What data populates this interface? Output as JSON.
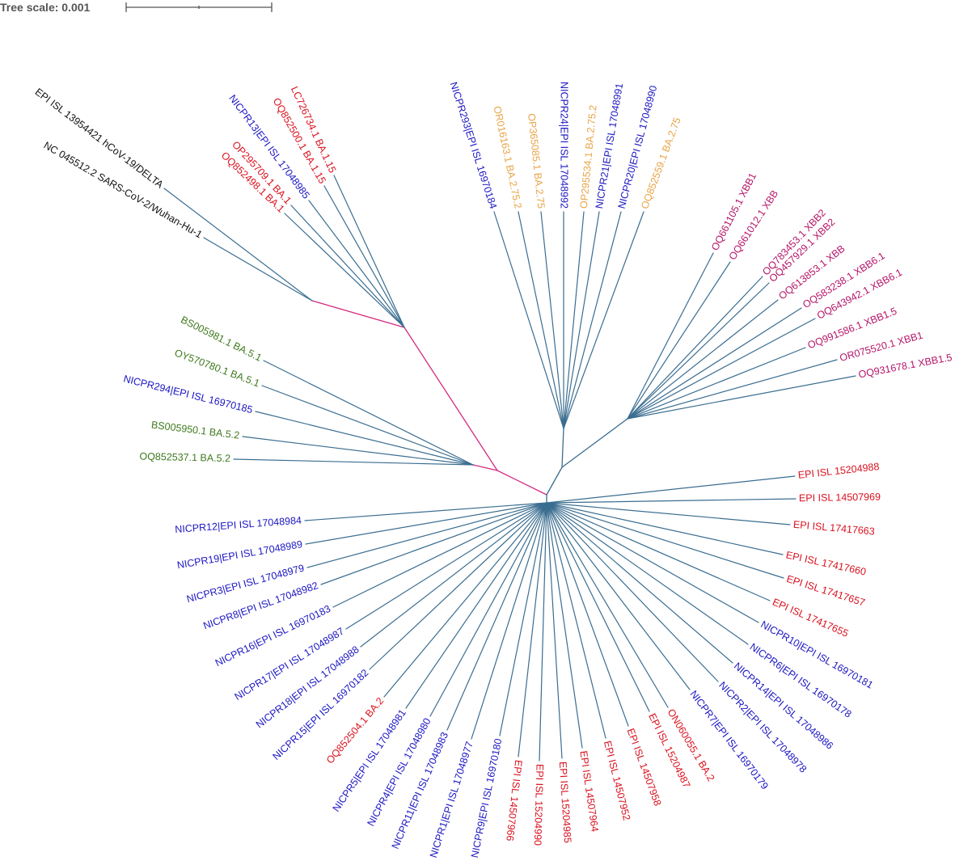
{
  "tree_scale": {
    "label": "Tree scale: 0.001"
  },
  "colors": {
    "branch": "#3a6d90",
    "branch_highlight": "#d42a7e",
    "black": "#111111",
    "red": "#d9121f",
    "blue": "#1c17c2",
    "orange": "#e8a447",
    "green": "#3f7a1e",
    "magenta": "#b5176a"
  },
  "leaves": [
    {
      "name": "EPI ISL 13954421 hCoV-19/DELTA",
      "color": "black"
    },
    {
      "name": "NC 045512.2 SARS-CoV-2/Wuhan-Hu-1",
      "color": "black"
    },
    {
      "name": "OQ852498.1 BA.1",
      "color": "red"
    },
    {
      "name": "OP295709.1 BA.1",
      "color": "red"
    },
    {
      "name": "NICPR13|EPI ISL 17048985",
      "color": "blue"
    },
    {
      "name": "OQ852500.1 BA.1.15",
      "color": "red"
    },
    {
      "name": "LC726734.1 BA.1.15",
      "color": "red"
    },
    {
      "name": "NICPR293|EPI ISL 16970184",
      "color": "blue"
    },
    {
      "name": "OR016163.1 BA.2.75.2",
      "color": "orange"
    },
    {
      "name": "OP365085.1 BA.2.75",
      "color": "orange"
    },
    {
      "name": "NICPR24|EPI ISL 17048992",
      "color": "blue"
    },
    {
      "name": "OP295534.1 BA.2.75.2",
      "color": "orange"
    },
    {
      "name": "NICPR21|EPI ISL 17048991",
      "color": "blue"
    },
    {
      "name": "NICPR20|EPI ISL 17048990",
      "color": "blue"
    },
    {
      "name": "OQ852559.1 BA.2.75",
      "color": "orange"
    },
    {
      "name": "OQ661105.1 XBB1",
      "color": "magenta"
    },
    {
      "name": "OQ661012.1 XBB",
      "color": "magenta"
    },
    {
      "name": "OQ783453.1 XBB2",
      "color": "magenta"
    },
    {
      "name": "OQ457929.1 XBB2",
      "color": "magenta"
    },
    {
      "name": "OQ613853.1 XBB",
      "color": "magenta"
    },
    {
      "name": "OQ583238.1 XBB6.1",
      "color": "magenta"
    },
    {
      "name": "OQ643942.1 XBB6.1",
      "color": "magenta"
    },
    {
      "name": "OQ991586.1 XBB1.5",
      "color": "magenta"
    },
    {
      "name": "OR075520.1 XBB1",
      "color": "magenta"
    },
    {
      "name": "OQ931678.1 XBB1.5",
      "color": "magenta"
    },
    {
      "name": "EPI ISL 15204988",
      "color": "red"
    },
    {
      "name": "EPI ISL 14507969",
      "color": "red"
    },
    {
      "name": "EPI ISL 17417663",
      "color": "red"
    },
    {
      "name": "EPI ISL 17417660",
      "color": "red"
    },
    {
      "name": "EPI ISL 17417657",
      "color": "red"
    },
    {
      "name": "EPI ISL 17417655",
      "color": "red"
    },
    {
      "name": "NICPR10|EPI ISL 16970181",
      "color": "blue"
    },
    {
      "name": "NICPR6|EPI ISL 16970178",
      "color": "blue"
    },
    {
      "name": "NICPR14|EPI ISL 17048986",
      "color": "blue"
    },
    {
      "name": "NICPR2|EPI ISL 17048978",
      "color": "blue"
    },
    {
      "name": "NICPR7|EPI ISL 16970179",
      "color": "blue"
    },
    {
      "name": "ON060055.1 BA.2",
      "color": "red"
    },
    {
      "name": "EPI ISL 15204987",
      "color": "red"
    },
    {
      "name": "EPI ISL 14507958",
      "color": "red"
    },
    {
      "name": "EPI ISL 14507952",
      "color": "red"
    },
    {
      "name": "EPI ISL 14507964",
      "color": "red"
    },
    {
      "name": "EPI ISL 15204985",
      "color": "red"
    },
    {
      "name": "EPI ISL 15204990",
      "color": "red"
    },
    {
      "name": "EPI ISL 14507966",
      "color": "red"
    },
    {
      "name": "NICPR9|EPI ISL 16970180",
      "color": "blue"
    },
    {
      "name": "NICPR1|EPI ISL 17048977",
      "color": "blue"
    },
    {
      "name": "NICPR11|EPI ISL 17048983",
      "color": "blue"
    },
    {
      "name": "NICPR4|EPI ISL 17048980",
      "color": "blue"
    },
    {
      "name": "NICPR5|EPI ISL 17048981",
      "color": "blue"
    },
    {
      "name": "OQ852504.1 BA.2",
      "color": "red"
    },
    {
      "name": "NICPR15|EPI ISL 16970182",
      "color": "blue"
    },
    {
      "name": "NICPR18|EPI ISL 17048988",
      "color": "blue"
    },
    {
      "name": "NICPR17|EPI ISL 17048987",
      "color": "blue"
    },
    {
      "name": "NICPR16|EPI ISL 16970183",
      "color": "blue"
    },
    {
      "name": "NICPR8|EPI ISL 17048982",
      "color": "blue"
    },
    {
      "name": "NICPR3|EPI ISL 17048979",
      "color": "blue"
    },
    {
      "name": "NICPR19|EPI ISL 17048989",
      "color": "blue"
    },
    {
      "name": "NICPR12|EPI ISL 17048984",
      "color": "blue"
    },
    {
      "name": "OQ852537.1 BA.5.2",
      "color": "green"
    },
    {
      "name": "BS005950.1 BA.5.2",
      "color": "green"
    },
    {
      "name": "NICPR294|EPI ISL 16970185",
      "color": "blue"
    },
    {
      "name": "OY570780.1 BA.5.1",
      "color": "green"
    },
    {
      "name": "BS005981.1 BA.5.1",
      "color": "green"
    }
  ]
}
